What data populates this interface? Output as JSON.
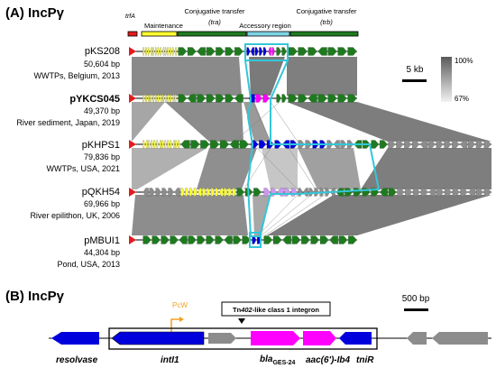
{
  "panelA": {
    "label": "(A) IncPγ",
    "regions": {
      "trfA": "trfA",
      "maintenance": "Maintenance",
      "conj_tra_l1": "Conjugative transfer",
      "conj_tra_l2": "(tra)",
      "accessory": "Accessory region",
      "conj_trb_l1": "Conjugative transfer",
      "conj_trb_l2": "(trb)"
    },
    "scalebar": "5 kb",
    "identity": {
      "max": "100%",
      "min": "67%"
    },
    "plasmids": [
      {
        "name": "pKS208",
        "size": "50,604 bp",
        "origin": "WWTPs, Belgium, 2013"
      },
      {
        "name": "pYKCS045",
        "size": "49,370 bp",
        "origin": "River sediment, Japan, 2019"
      },
      {
        "name": "pKHPS1",
        "size": "79,836 bp",
        "origin": "WWTPs, USA, 2021"
      },
      {
        "name": "pQKH54",
        "size": "69,966 bp",
        "origin": "River epilithon, UK, 2006"
      },
      {
        "name": "pMBUI1",
        "size": "44,304 bp",
        "origin": "Pond, USA, 2013"
      }
    ]
  },
  "panelB": {
    "label": "(B) IncPγ",
    "promoter": "PcW",
    "integron_pre": "Tn",
    "integron_num": "402",
    "integron_post": "-like class 1 integron",
    "scalebar": "500 bp",
    "genes": {
      "resolvase": "resolvase",
      "intI1": "intI1",
      "bla_main": "bla",
      "bla_sub": "GES-24",
      "aac": "aac(6')-Ib4",
      "tniR": "tniR"
    }
  },
  "colors": {
    "trfA": "#e41a1c",
    "maintenance": "#ffff33",
    "transfer": "#1f7a1f",
    "accessory": "#7fd3e6",
    "highlight": "#33c7d8",
    "blue": "#0000dd",
    "magenta": "#ff00ff",
    "grey": "#8c8c8c",
    "lavender": "#cc99ee",
    "promoter": "#f0a020"
  }
}
